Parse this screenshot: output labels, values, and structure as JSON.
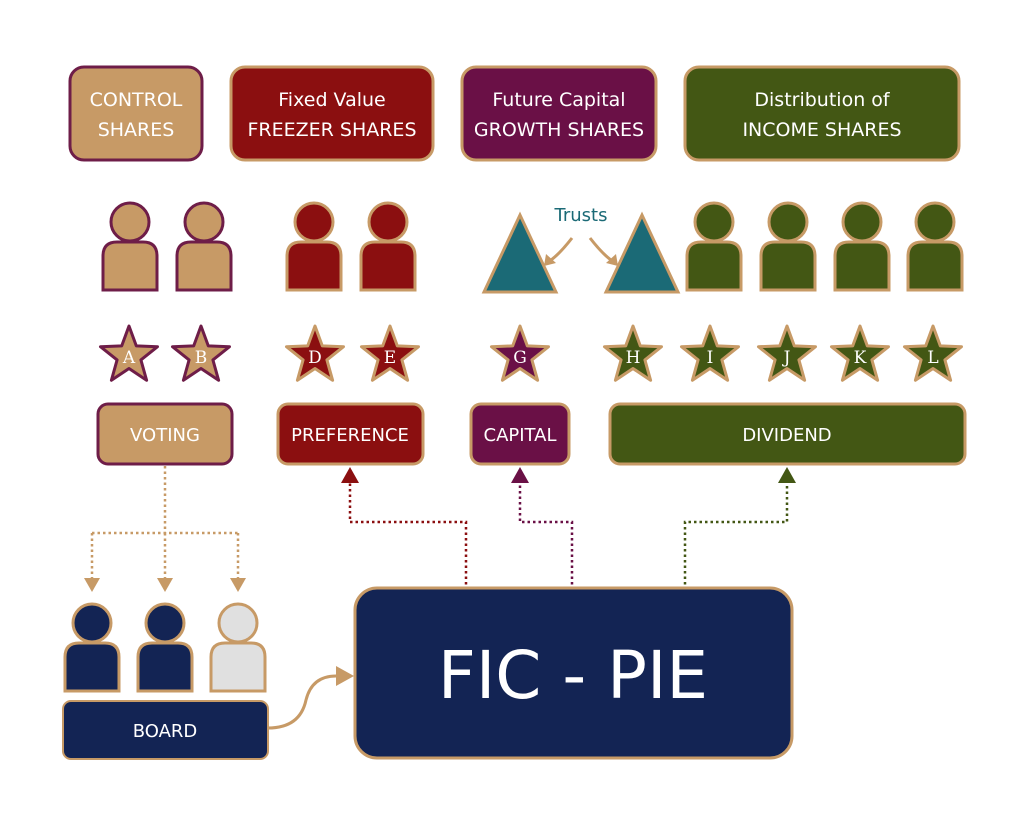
{
  "colors": {
    "tan": "#c79a66",
    "tan_border": "#6e1d48",
    "red": "#8b0f10",
    "purple": "#6a1046",
    "green": "#435714",
    "navy": "#132454",
    "teal": "#1b6a76",
    "grey_person": "#e0e0e0",
    "gold_border": "#c79a66"
  },
  "headers": {
    "control": {
      "line1": "CONTROL",
      "line2": "SHARES"
    },
    "freezer": {
      "line1": "Fixed Value",
      "line2": "FREEZER SHARES"
    },
    "growth": {
      "line1": "Future Capital",
      "line2": "GROWTH SHARES"
    },
    "income": {
      "line1": "Distribution of",
      "line2": "INCOME  SHARES"
    }
  },
  "trusts_label": "Trusts",
  "stars": {
    "a": "A",
    "b": "B",
    "d": "D",
    "e": "E",
    "g": "G",
    "h": "H",
    "i": "I",
    "j": "J",
    "k": "K",
    "l": "L"
  },
  "labels": {
    "voting": "VOTING",
    "preference": "PREFERENCE",
    "capital": "CAPITAL",
    "dividend": "DIVIDEND",
    "board": "BOARD"
  },
  "center": {
    "title": "FIC - PIE"
  }
}
